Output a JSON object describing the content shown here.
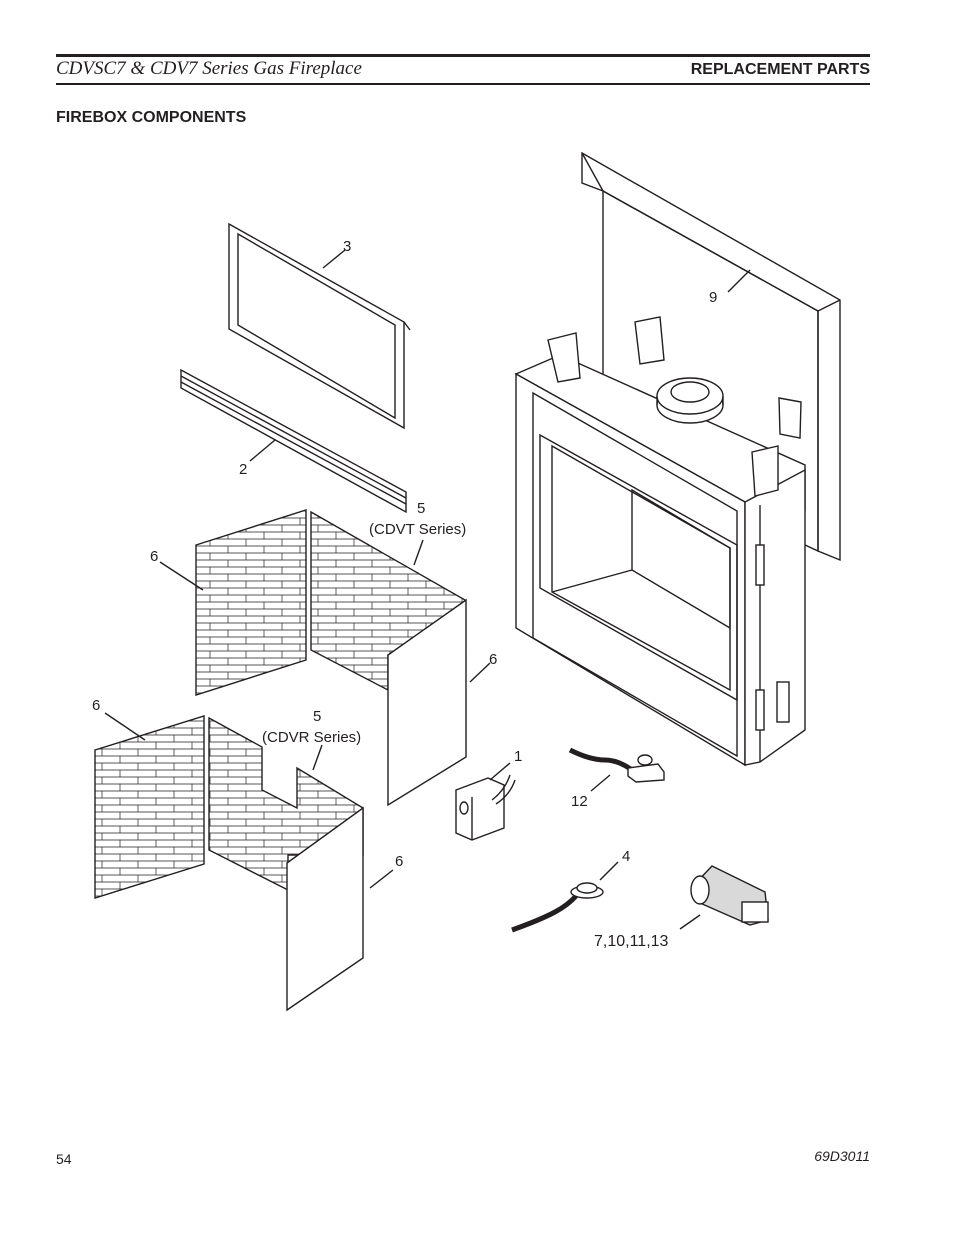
{
  "header": {
    "doc_title": "CDVSC7 & CDV7 Series Gas Fireplace",
    "section_title": "REPLACEMENT PARTS"
  },
  "subsection_title": "FIREBOX COMPONENTS",
  "callouts": {
    "c1": "1",
    "c2": "2",
    "c3": "3",
    "c4": "4",
    "c5a_num": "5",
    "c5a_series": "(CDVT Series)",
    "c5b_num": "5",
    "c5b_series": "(CDVR Series)",
    "c6a": "6",
    "c6b": "6",
    "c6c": "6",
    "c6d": "6",
    "c9": "9",
    "c12": "12",
    "c7_13": "7,10,11,13"
  },
  "footer": {
    "page_number": "54",
    "doc_code": "69D3011"
  }
}
